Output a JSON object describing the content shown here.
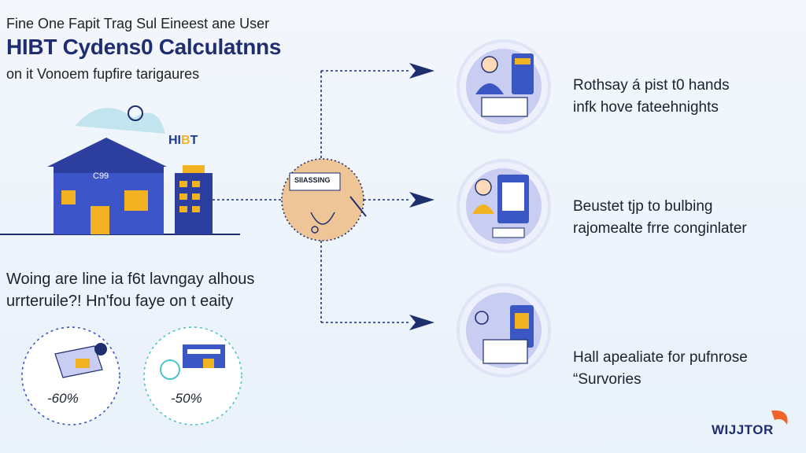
{
  "header": {
    "subtitle_top": "Fine One Fapit Trag Sul Eineest ane User",
    "title": "HIBT Cydens0 Calculatnns",
    "subtitle_bottom": "on it Vonoem fupfire tarigaures"
  },
  "building": {
    "sign_prefix": "HI",
    "sign_highlight": "B",
    "sign_suffix": "T",
    "house_label": "C99"
  },
  "center_badge": {
    "label": "SIIASSING"
  },
  "question": {
    "line1": "Woing are line ia f6t lavngay alhous",
    "line2": "urrteruile?! Hn'fou faye on t eaity"
  },
  "stats": [
    {
      "label": "-60%"
    },
    {
      "label": "-50%"
    }
  ],
  "right_items": [
    {
      "line1": "Rothsay á pist t0 hands",
      "line2": "infk hove fateehnights",
      "icon": "analyst-icon"
    },
    {
      "line1": "Beustet tjp to bulbing",
      "line2": "rajomealte frre conginlater",
      "icon": "advisor-icon"
    },
    {
      "line1": "Hall apealiate for pufnrose",
      "line2": "“Survories",
      "icon": "devices-icon"
    }
  ],
  "brand": {
    "logo": "WIJJTOR",
    "accent": "#f0632b"
  },
  "colors": {
    "navy": "#1f2e6e",
    "blue": "#3b57c4",
    "lavender": "#c9cdf2",
    "accent_yellow": "#f2b322"
  }
}
